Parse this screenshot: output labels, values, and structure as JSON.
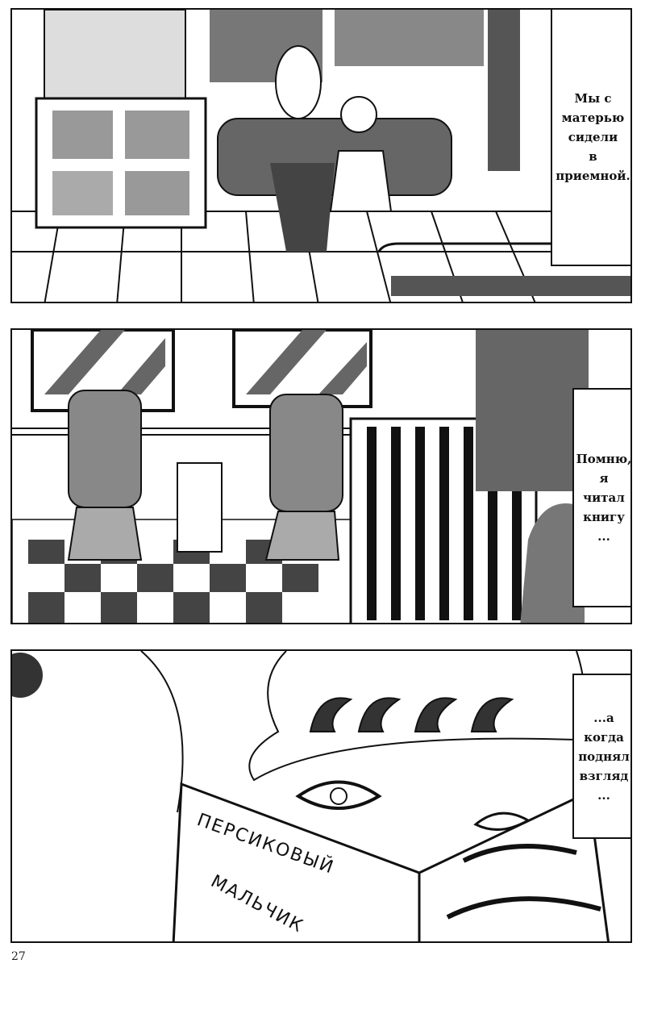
{
  "panels": [
    {
      "caption": [
        "Мы с",
        "матерью",
        "сидели",
        "в",
        "приемной."
      ]
    },
    {
      "caption": [
        "Помню,",
        "я",
        "читал",
        "книгу",
        "..."
      ]
    },
    {
      "caption": [
        "...а",
        "когда",
        "поднял",
        "взгляд",
        "..."
      ]
    }
  ],
  "book_title": [
    "ПЕРСИКОВЫЙ",
    "МАЛЬЧИК"
  ],
  "page_number": "27"
}
